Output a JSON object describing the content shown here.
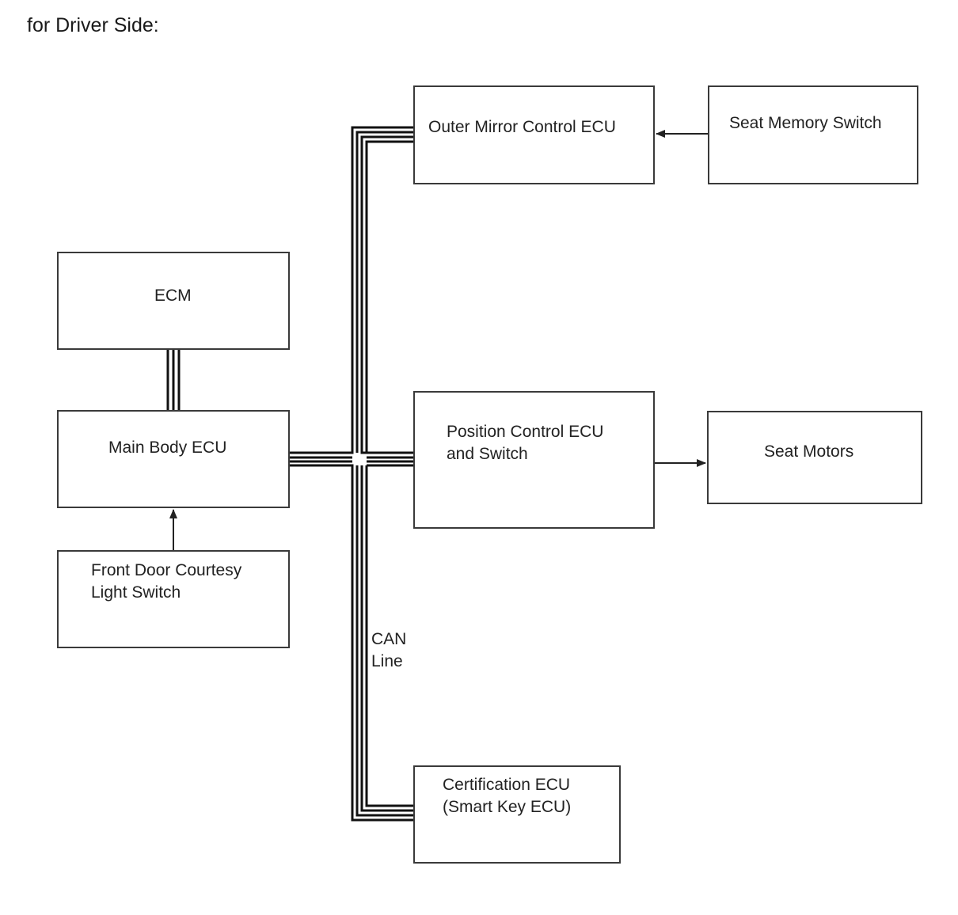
{
  "heading": "for Driver Side:",
  "boxes": {
    "outer_mirror": "Outer Mirror Control ECU",
    "seat_memory": "Seat Memory Switch",
    "ecm": "ECM",
    "main_body": "Main Body ECU",
    "position_line1": "Position Control ECU",
    "position_line2": "and Switch",
    "seat_motors": "Seat Motors",
    "courtesy_line1": "Front Door Courtesy",
    "courtesy_line2": "Light Switch",
    "certification_line1": "Certification ECU",
    "certification_line2": "(Smart Key ECU)"
  },
  "bus_label": {
    "line1": "CAN",
    "line2": "Line"
  }
}
